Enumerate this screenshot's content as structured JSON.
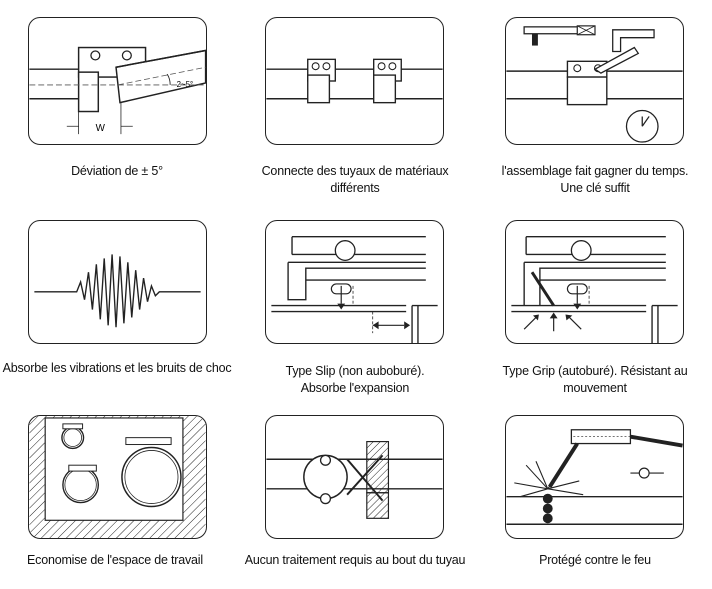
{
  "captions": {
    "c1": "Déviation de ± 5°",
    "c2": "Connecte des tuyaux de matériaux\ndifférents",
    "c3": "l'assemblage fait gagner du temps.\nUne clé suffit",
    "c4": "Absorbe les vibrations et les bruits de choc",
    "c5": "Type Slip (non auboburé).\nAbsorbe l'expansion",
    "c6": "Type Grip (autoburé). Résistant au\nmouvement",
    "c7": "Economise de l'espace de travail",
    "c8": "Aucun traitement requis au bout du tuyau",
    "c9": "Protégé contre le feu"
  },
  "labels": {
    "width_symbol": "W",
    "angle_range": "2~5°"
  }
}
